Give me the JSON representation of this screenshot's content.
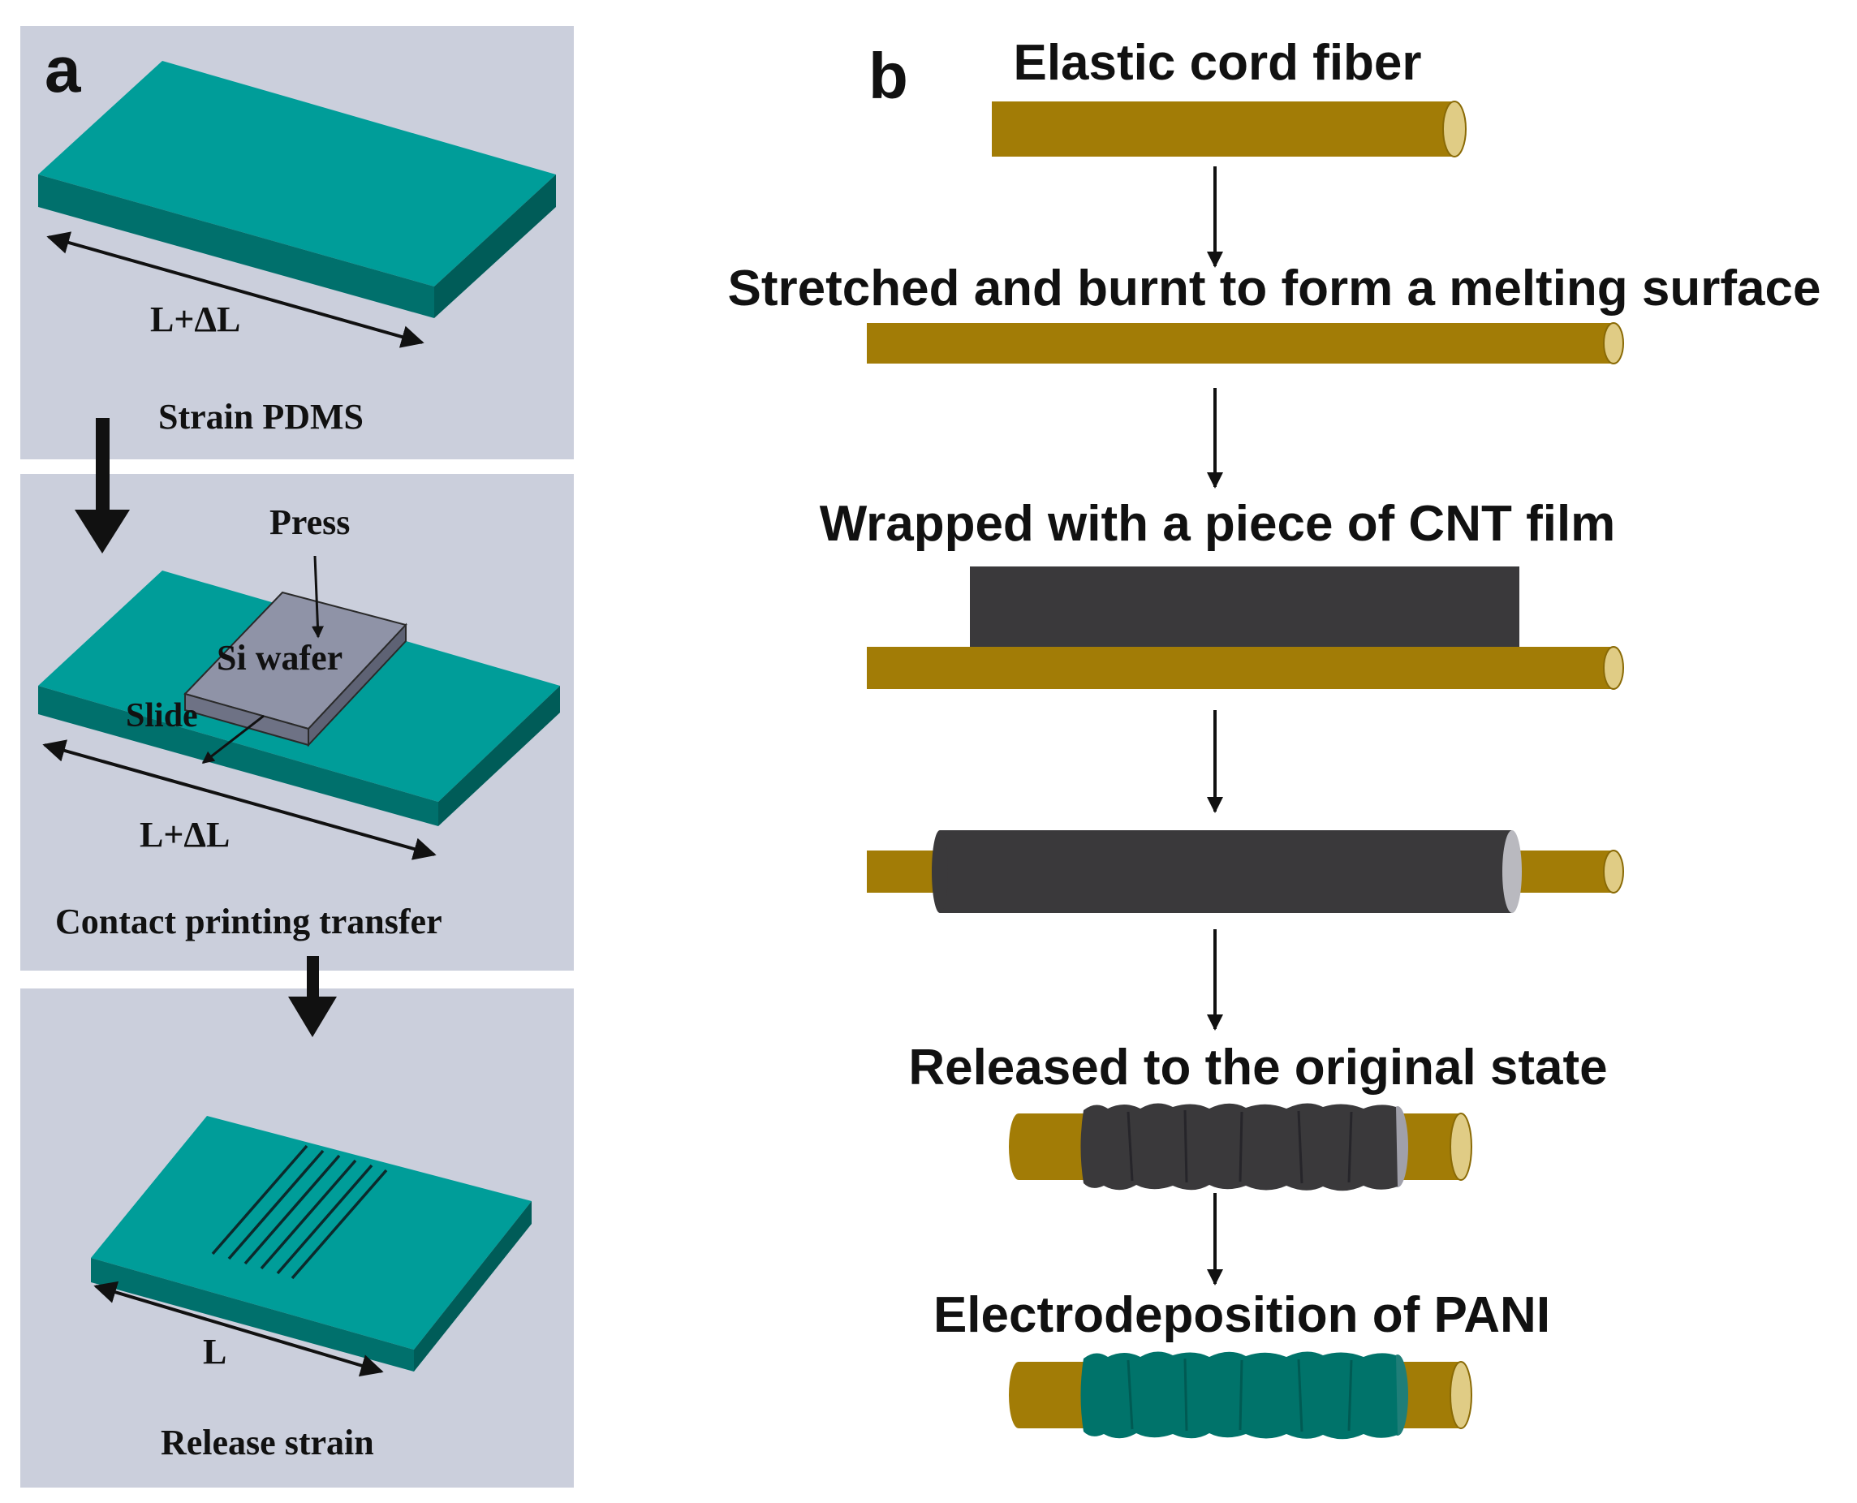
{
  "panel_a": {
    "letter": "a",
    "step1": {
      "dimension": "L+ΔL",
      "caption": "Strain PDMS"
    },
    "step2": {
      "press": "Press",
      "wafer": "Si wafer",
      "slide": "Slide",
      "dimension": "L+ΔL",
      "caption": "Contact printing transfer"
    },
    "step3": {
      "dimension": "L",
      "caption": "Release strain"
    }
  },
  "panel_b": {
    "letter": "b",
    "steps": [
      "Elastic cord fiber",
      "Stretched and burnt to form a melting surface",
      "Wrapped with a piece of CNT film",
      "Released to the original state",
      "Electrodeposition of PANI"
    ]
  },
  "colors": {
    "panel_bg": "#cbcfdc",
    "pdms_top": "#009d99",
    "pdms_side": "#00706c",
    "wafer": "#8f93a7",
    "fiber": "#a27c06",
    "fiber_end": "#e0cc85",
    "cnt": "#3a393b",
    "pani": "#00736a"
  }
}
